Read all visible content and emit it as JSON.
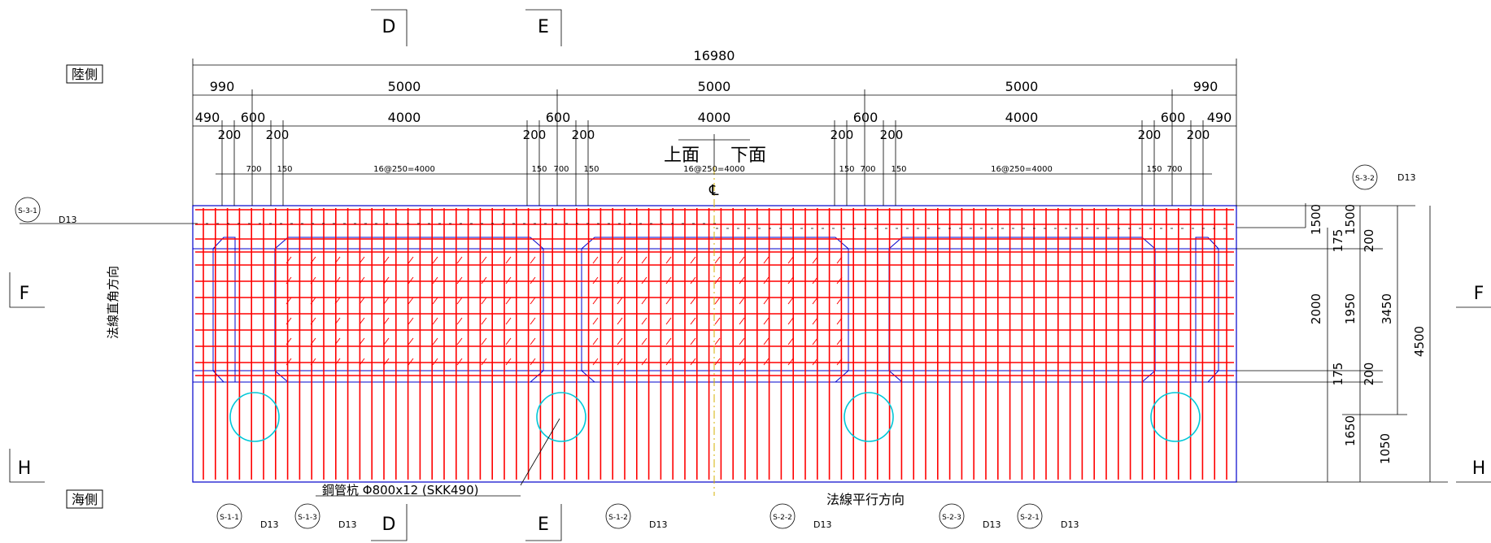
{
  "labels": {
    "land_side": "陸側",
    "sea_side": "海側",
    "perpendicular_dir": "法線直角方向",
    "parallel_dir": "法線平行方向",
    "top_bottom_left": "上面",
    "top_bottom_right": "下面",
    "centerline": "℄",
    "pile_label": "鋼管杭 Φ800x12 (SKK490)"
  },
  "section_marks": {
    "D": "D",
    "E": "E",
    "F": "F",
    "H": "H"
  },
  "dims_top": {
    "overall": "16980",
    "row2": [
      "990",
      "5000",
      "5000",
      "5000",
      "990"
    ],
    "row3": [
      "490",
      "600",
      "4000",
      "600",
      "4000",
      "600",
      "4000",
      "600",
      "490"
    ],
    "row3_small": [
      "200",
      "200",
      "200",
      "200",
      "200",
      "200",
      "200",
      "200"
    ],
    "row4": [
      "700",
      "150",
      "16@250=4000",
      "150",
      "700",
      "150",
      "16@250=4000",
      "150",
      "700",
      "150",
      "16@250=4000",
      "150",
      "700"
    ]
  },
  "dims_right": {
    "col1": [
      "1500",
      "2000",
      "1650"
    ],
    "col2": [
      "175",
      "1950",
      "175"
    ],
    "col3": [
      "1500",
      "200",
      "200",
      "1050"
    ],
    "col4": [
      "3450"
    ],
    "col5": [
      "4500"
    ]
  },
  "rebar_tags": [
    {
      "id": "S-3-1",
      "size": "D13"
    },
    {
      "id": "S-3-2",
      "size": "D13"
    },
    {
      "id": "S-1-1",
      "size": "D13"
    },
    {
      "id": "S-1-3",
      "size": "D13"
    },
    {
      "id": "S-1-2",
      "size": "D13"
    },
    {
      "id": "S-2-2",
      "size": "D13"
    },
    {
      "id": "S-2-3",
      "size": "D13"
    },
    {
      "id": "S-2-1",
      "size": "D13"
    }
  ],
  "colors": {
    "rebar": "#ff0000",
    "outline": "#0000cc",
    "pile": "#00c8d8",
    "dim": "#000000",
    "center": "#d4b000"
  }
}
